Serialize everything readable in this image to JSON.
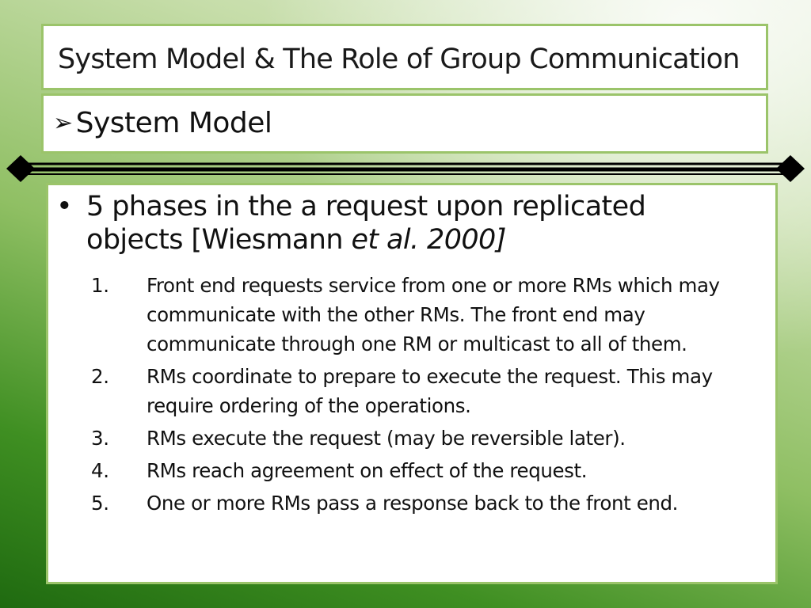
{
  "slide": {
    "title": "System Model & The Role of Group Communication",
    "subtitle": "System Model",
    "subtitle_bullet": "➢",
    "main_bullet_symbol": "•",
    "main_bullet_text": "5 phases in the a request upon replicated objects [Wiesmann ",
    "main_bullet_italic": "et al. 2000]",
    "phases": [
      {
        "num": "1.",
        "text": "Front end requests service from one or more RMs which may communicate with the other RMs. The front end may communicate through one RM or multicast to all of them."
      },
      {
        "num": "2.",
        "text": "RMs coordinate to prepare to execute the request. This may require ordering of the operations."
      },
      {
        "num": "3.",
        "text": "RMs execute the request (may be reversible later)."
      },
      {
        "num": "4.",
        "text": "RMs reach agreement on effect of the request."
      },
      {
        "num": "5.",
        "text": "One or more RMs pass a response back to the front end."
      }
    ]
  },
  "colors": {
    "box_border": "#9bc46a",
    "divider": "#000000"
  }
}
